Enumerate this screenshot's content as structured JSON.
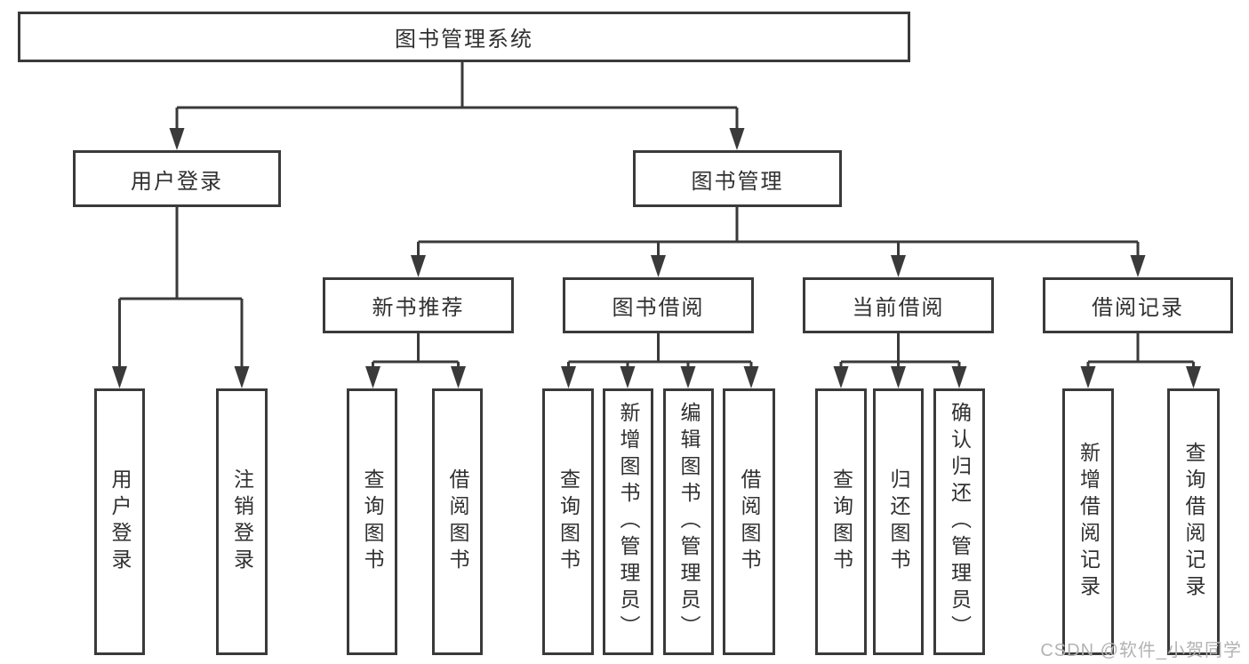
{
  "diagram": {
    "root": {
      "label": "图书管理系统"
    },
    "user_login_branch": {
      "label": "用户登录",
      "children": [
        {
          "label": "用户登录"
        },
        {
          "label": "注销登录"
        }
      ]
    },
    "book_mgmt_branch": {
      "label": "图书管理",
      "sections": [
        {
          "label": "新书推荐",
          "children": [
            {
              "label": "查询图书"
            },
            {
              "label": "借阅图书"
            }
          ]
        },
        {
          "label": "图书借阅",
          "children": [
            {
              "label": "查询图书"
            },
            {
              "label": "新增图书（管理员）"
            },
            {
              "label": "编辑图书（管理员）"
            },
            {
              "label": "借阅图书"
            }
          ]
        },
        {
          "label": "当前借阅",
          "children": [
            {
              "label": "查询图书"
            },
            {
              "label": "归还图书"
            },
            {
              "label": "确认归还（管理员）"
            }
          ]
        },
        {
          "label": "借阅记录",
          "children": [
            {
              "label": "新增借阅记录"
            },
            {
              "label": "查询借阅记录"
            }
          ]
        }
      ]
    },
    "watermark": "CSDN @软件_小贺同学",
    "colors": {
      "line": "#3a3a3a",
      "box_border": "#3a3a3a",
      "text": "#303030",
      "watermark": "#b3b3b3",
      "background": "#ffffff"
    }
  }
}
